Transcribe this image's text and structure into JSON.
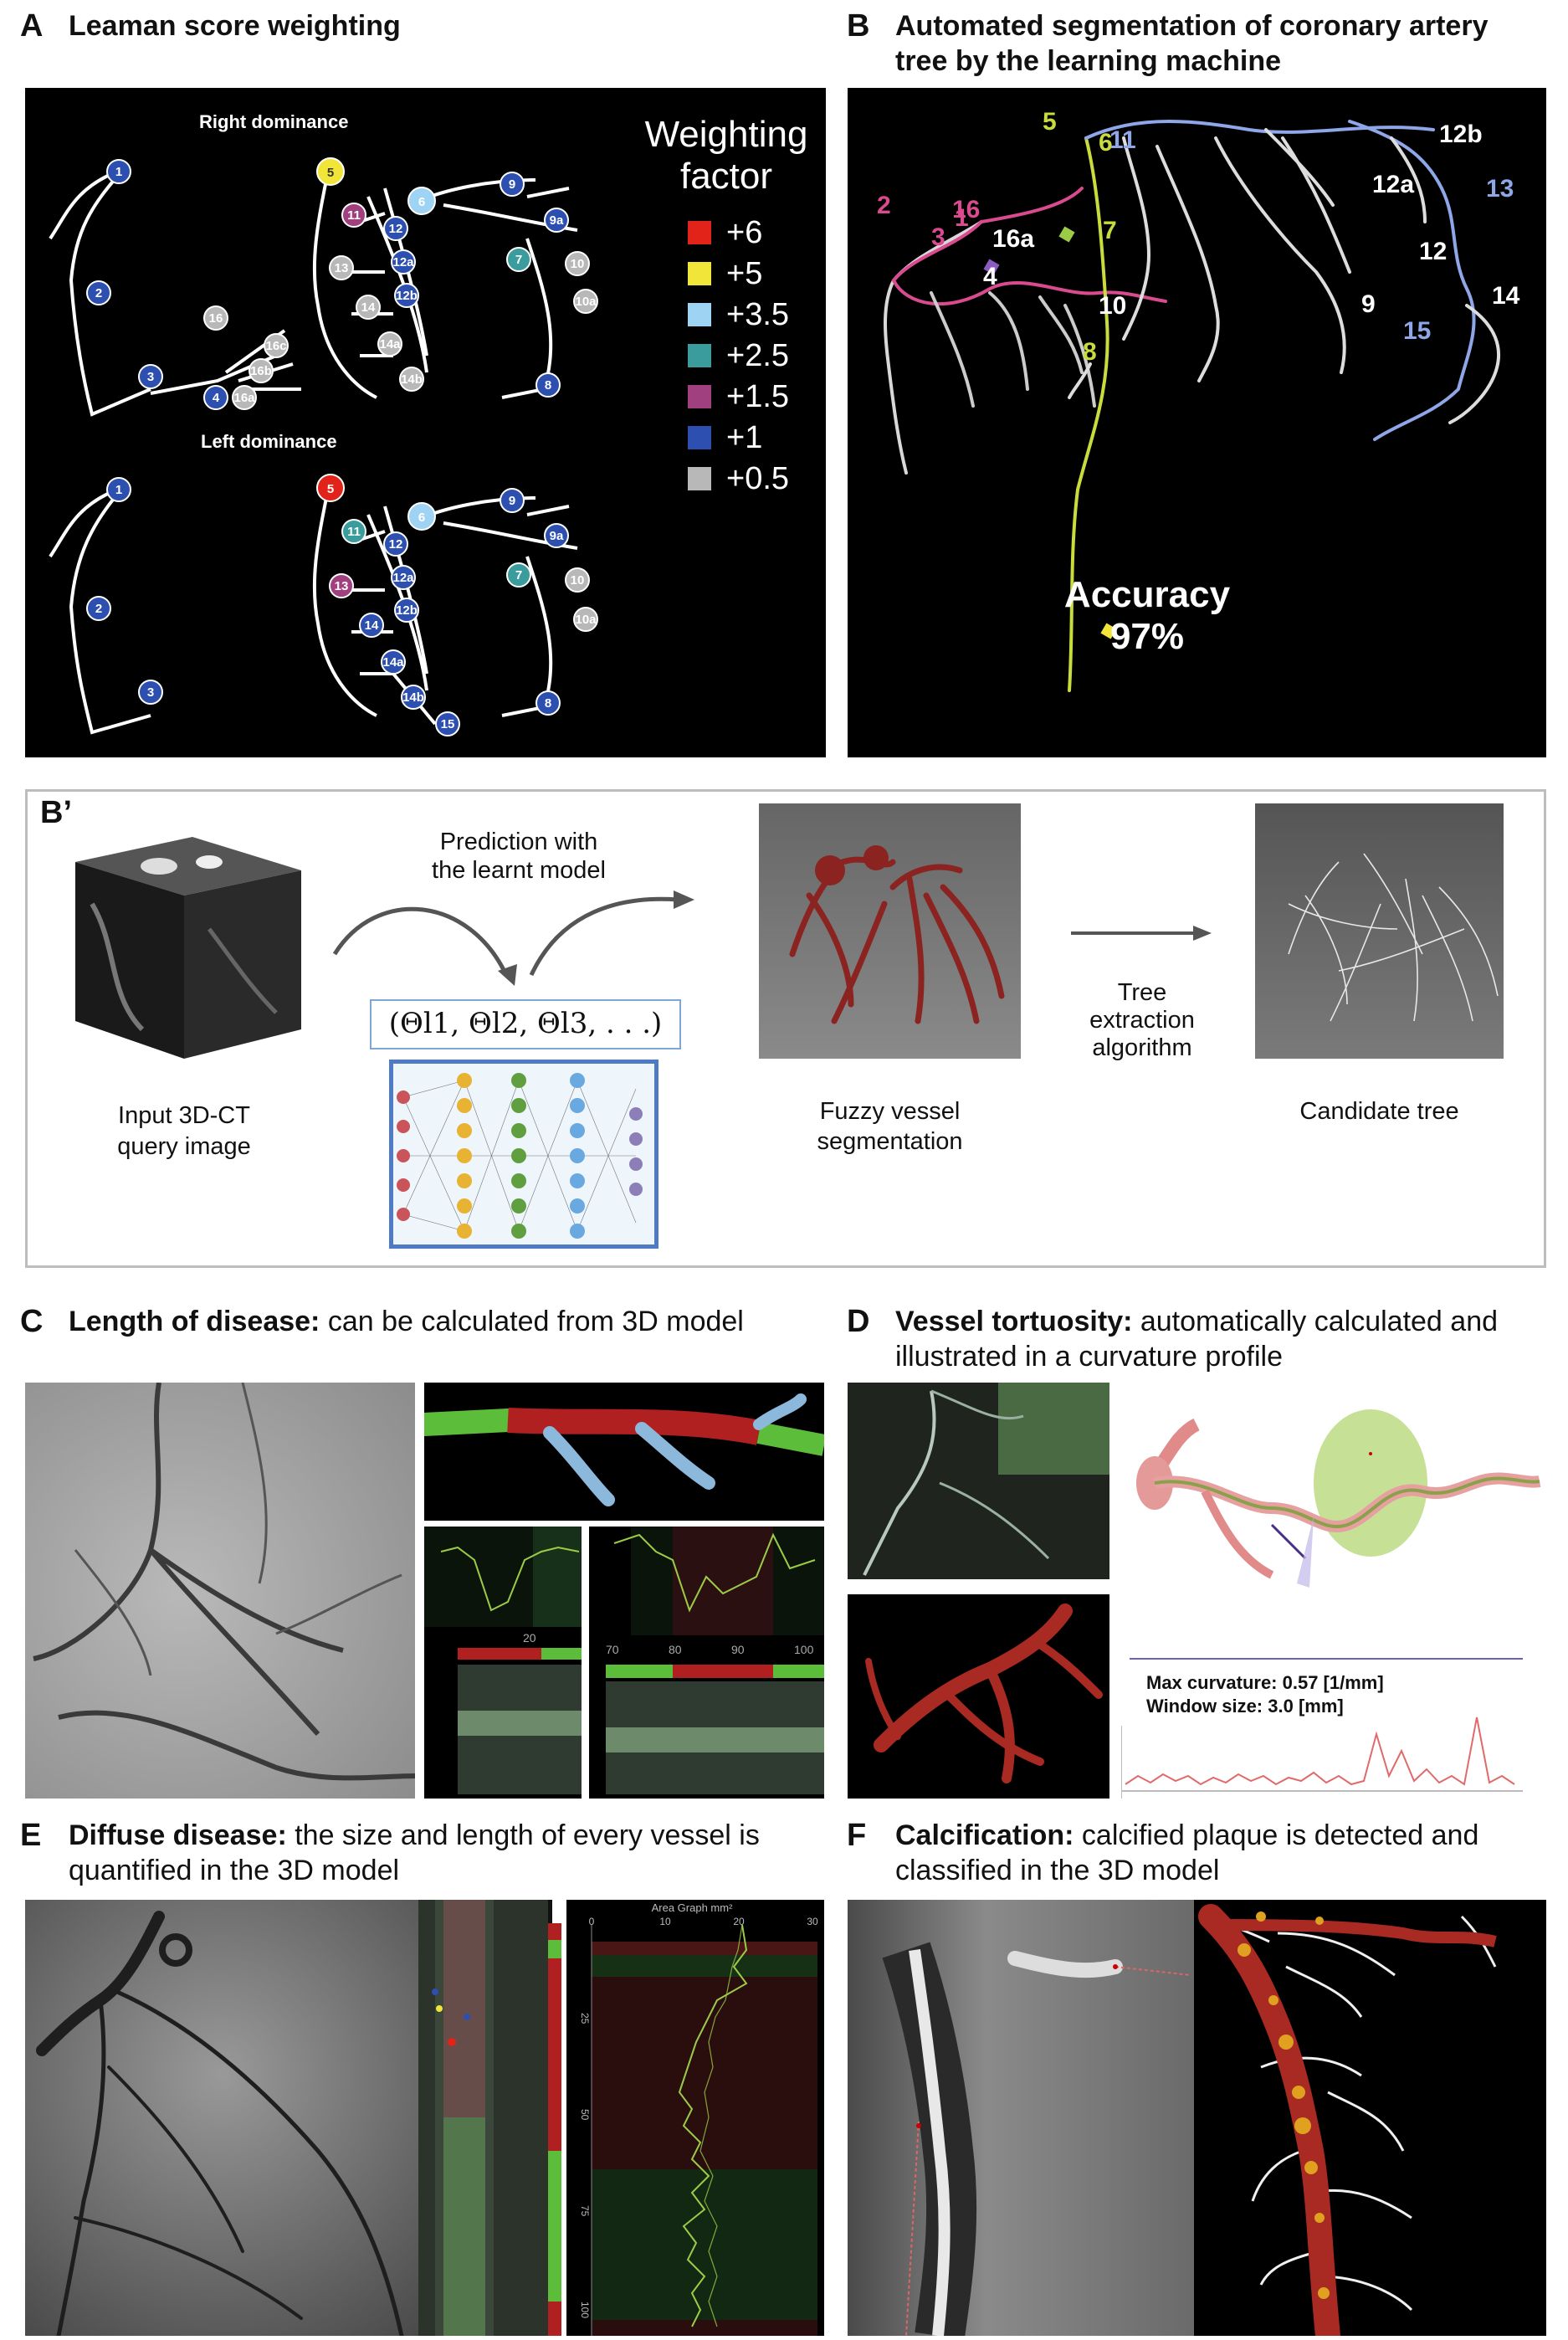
{
  "panelA": {
    "letter": "A",
    "title": "Leaman score weighting",
    "right_dominance": "Right dominance",
    "left_dominance": "Left dominance",
    "legend_title_1": "Weighting",
    "legend_title_2": "factor",
    "legend": [
      {
        "label": "+6",
        "color": "#e2231a"
      },
      {
        "label": "+5",
        "color": "#f2e53a"
      },
      {
        "label": "+3.5",
        "color": "#9fd3f4"
      },
      {
        "label": "+2.5",
        "color": "#3a9c9c"
      },
      {
        "label": "+1.5",
        "color": "#a0407f"
      },
      {
        "label": "+1",
        "color": "#2c4fb0"
      },
      {
        "label": "+0.5",
        "color": "#b8b8b8"
      }
    ],
    "right_nodes": [
      "1",
      "2",
      "3",
      "4",
      "16",
      "16a",
      "16b",
      "16c",
      "5",
      "6",
      "11",
      "12",
      "12a",
      "12b",
      "13",
      "14",
      "14a",
      "14b",
      "9",
      "9a",
      "7",
      "10",
      "10a",
      "8"
    ],
    "left_nodes": [
      "1",
      "2",
      "3",
      "5",
      "6",
      "11",
      "12",
      "12a",
      "12b",
      "13",
      "14",
      "14a",
      "14b",
      "15",
      "9",
      "9a",
      "7",
      "10",
      "10a",
      "8"
    ]
  },
  "panelB": {
    "letter": "B",
    "title_line1": "Automated segmentation of coronary artery",
    "title_line2": "tree by the learning machine",
    "labels": [
      "5",
      "6",
      "11",
      "12b",
      "12a",
      "13",
      "1",
      "2",
      "16",
      "3",
      "16a",
      "4",
      "7",
      "12",
      "10",
      "9",
      "14",
      "15",
      "8"
    ],
    "accuracy_label": "Accuracy",
    "accuracy_value": "97%"
  },
  "panelBprime": {
    "letter": "B’",
    "prediction_line1": "Prediction with",
    "prediction_line2": "the learnt model",
    "formula": "(Θl1, Θl2, Θl3, . . .)",
    "input_line1": "Input 3D-CT",
    "input_line2": "query image",
    "fuzzy_line1": "Fuzzy vessel",
    "fuzzy_line2": "segmentation",
    "tree_line1": "Tree",
    "tree_line2": "extraction",
    "tree_line3": "algorithm",
    "candidate": "Candidate tree"
  },
  "panelC": {
    "letter": "C",
    "title_bold": "Length of disease:",
    "title_rest": " can be calculated from 3D model",
    "graph1_tick": "20",
    "graph2_ticks": [
      "70",
      "80",
      "90",
      "100"
    ]
  },
  "panelD": {
    "letter": "D",
    "title_bold": "Vessel tortuosity:",
    "title_rest_line1": " automatically calculated and",
    "title_line2": "illustrated in a curvature profile",
    "max_curvature": "Max curvature: 0.57 [1/mm]",
    "window_size": "Window size: 3.0 [mm]"
  },
  "panelE": {
    "letter": "E",
    "title_bold": "Diffuse disease:",
    "title_rest_line1": " the size and length of every vessel is",
    "title_line2": "quantified in the 3D model",
    "graph_title": "Area Graph mm²",
    "x_ticks": [
      "0",
      "10",
      "20",
      "30"
    ],
    "y_ticks": [
      "25",
      "50",
      "75",
      "100"
    ]
  },
  "panelF": {
    "letter": "F",
    "title_bold": "Calcification:",
    "title_rest_line1": " calcified plaque is detected and",
    "title_line2": "classified in the 3D model"
  }
}
